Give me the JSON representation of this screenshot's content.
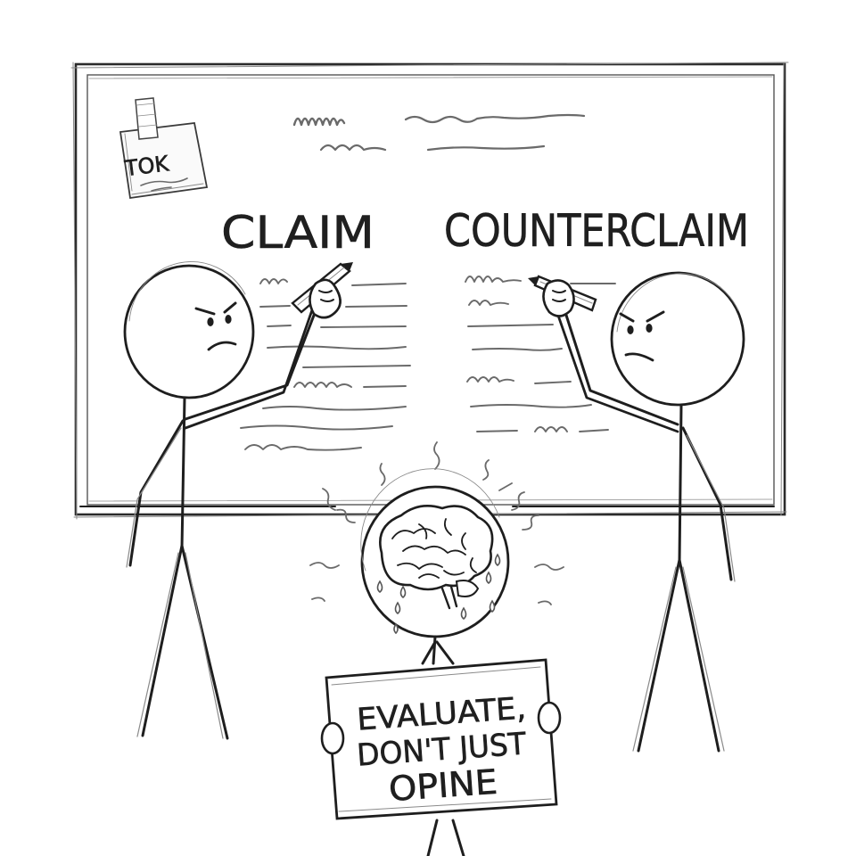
{
  "sticky_note": {
    "label": "TOK"
  },
  "board": {
    "claim_heading": "CLAIM",
    "counterclaim_heading": "COUNTERCLAIM"
  },
  "sign": {
    "lines": [
      "EVALUATE,",
      "DON'T JUST",
      "OPINE"
    ]
  },
  "colors": {
    "ink": "#1e1e1e",
    "pencil": "#8a8a8a",
    "paper": "#ffffff",
    "note": "#fafafa"
  }
}
